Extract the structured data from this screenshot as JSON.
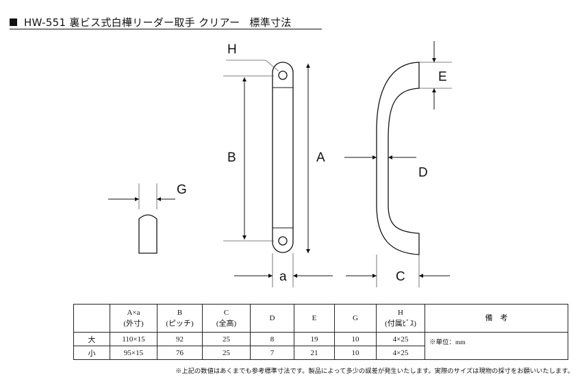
{
  "header": {
    "title": "HW-551 裏ビス式白樺リーダー取手 クリアー",
    "subtitle": "標準寸法"
  },
  "drawing": {
    "labels": {
      "h": "H",
      "b": "B",
      "a_upper": "A",
      "a_lower": "a",
      "g": "G",
      "e": "E",
      "d": "D",
      "c": "C"
    }
  },
  "table": {
    "columns": [
      {
        "top": "",
        "bottom": ""
      },
      {
        "top": "A×a",
        "bottom": "(外寸)"
      },
      {
        "top": "B",
        "bottom": "(ピッチ)"
      },
      {
        "top": "C",
        "bottom": "(全高)"
      },
      {
        "top": "D",
        "bottom": ""
      },
      {
        "top": "E",
        "bottom": ""
      },
      {
        "top": "G",
        "bottom": ""
      },
      {
        "top": "H",
        "bottom": "(付属ﾋﾞｽ)"
      },
      {
        "top": "備　考",
        "bottom": ""
      }
    ],
    "rows": [
      {
        "size": "大",
        "cells": [
          "110×15",
          "92",
          "25",
          "8",
          "19",
          "10",
          "4×25"
        ]
      },
      {
        "size": "小",
        "cells": [
          "95×15",
          "76",
          "25",
          "7",
          "21",
          "10",
          "4×25"
        ]
      }
    ],
    "note": "※単位：mm"
  },
  "footnote": "※上記の数値はあくまでも参考標準寸法です。製品によって多少の誤差が発生いたします。実際のサイズは現物の採寸をお願いいたします。"
}
